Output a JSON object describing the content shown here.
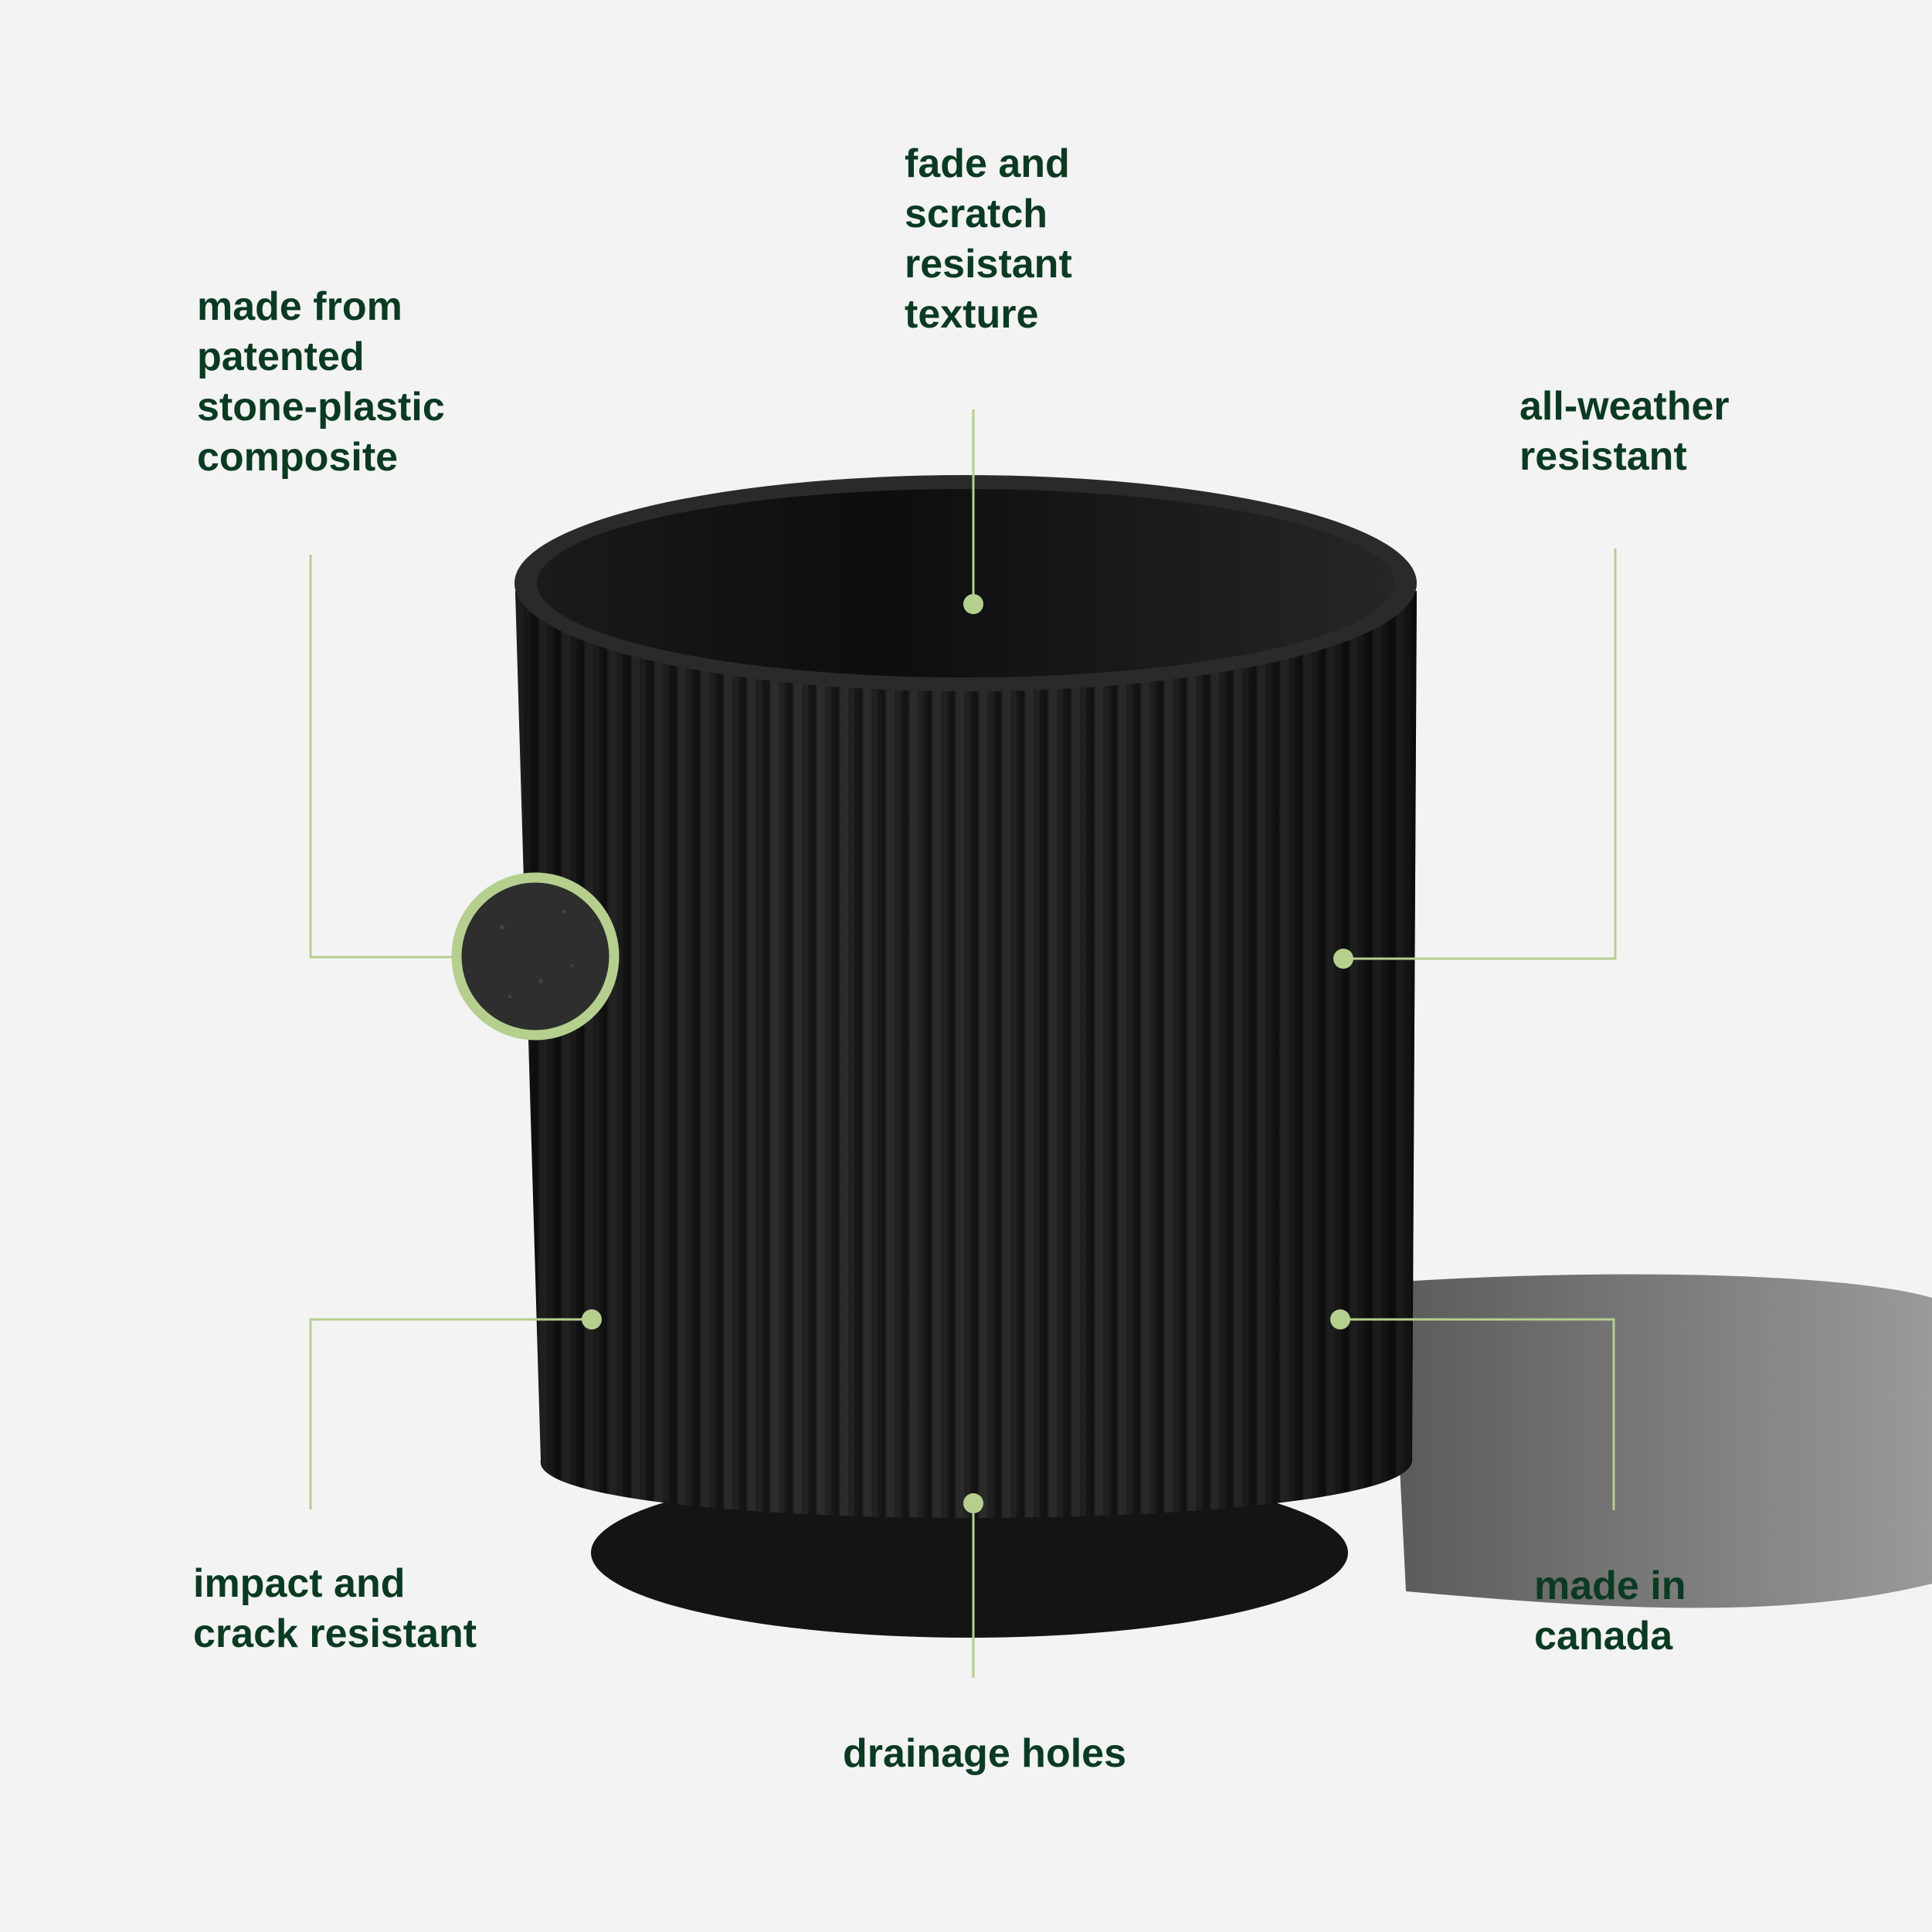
{
  "colors": {
    "background": "#f3f3f3",
    "text": "#0b3a22",
    "accent_line": "#b5cf8f",
    "pot": "#1e1e1e"
  },
  "features": [
    {
      "id": "material",
      "lines": [
        "made from",
        "patented",
        "stone-plastic",
        "composite"
      ]
    },
    {
      "id": "texture",
      "lines": [
        "fade and",
        "scratch",
        "resistant",
        "texture"
      ]
    },
    {
      "id": "weather",
      "lines": [
        "all-weather",
        "resistant"
      ]
    },
    {
      "id": "impact",
      "lines": [
        "impact and",
        "crack resistant"
      ]
    },
    {
      "id": "origin",
      "lines": [
        "made in",
        "canada"
      ]
    },
    {
      "id": "drainage",
      "lines": [
        "drainage holes"
      ]
    }
  ]
}
